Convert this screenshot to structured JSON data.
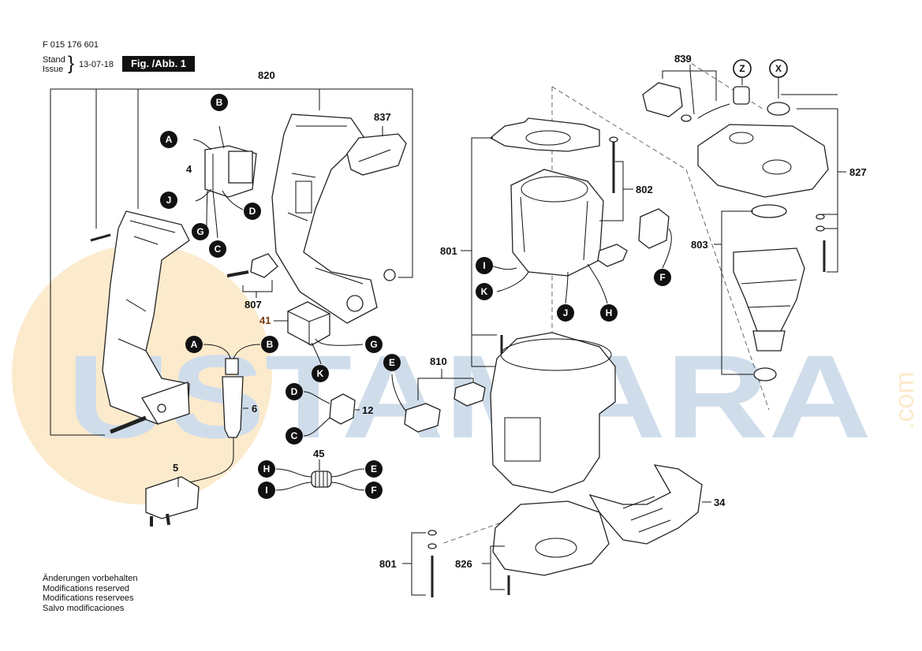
{
  "header": {
    "part_number": "F 015 176 601",
    "stand_label": "Stand",
    "issue_label": "Issue",
    "date": "13-07-18",
    "figure_label": "Fig. /Abb. 1"
  },
  "watermark": {
    "text": "USTAMARA",
    "suffix": ".com",
    "color": "#2a6aa8",
    "accent": "#f2a41c"
  },
  "callouts": {
    "c820": "820",
    "c837": "837",
    "c839": "839",
    "c802": "802",
    "c827": "827",
    "c801a": "801",
    "c803": "803",
    "c807": "807",
    "c41": "41",
    "c810": "810",
    "c12": "12",
    "c6": "6",
    "c5": "5",
    "c45": "45",
    "c34": "34",
    "c801b": "801",
    "c826": "826",
    "c4": "4"
  },
  "wire_labels": {
    "b_top": "B",
    "a_switch": "A",
    "j_switch": "J",
    "g_switch": "G",
    "c_switch": "C",
    "d_switch": "D",
    "z": "Z",
    "x": "X",
    "i_field": "I",
    "k_field": "K",
    "j_field": "J",
    "h_field": "H",
    "f_brush": "F",
    "a_cord": "A",
    "b_cord": "B",
    "g_supp": "G",
    "k_supp": "K",
    "e_brush": "E",
    "d_cap": "D",
    "c_cap": "C",
    "h_choke": "H",
    "e_choke": "E",
    "i_choke": "I",
    "f_choke": "F"
  },
  "footer": {
    "lines": [
      "Änderungen vorbehalten",
      "Modifications reserved",
      "Modifications reservees",
      "Salvo modificaciones"
    ]
  }
}
